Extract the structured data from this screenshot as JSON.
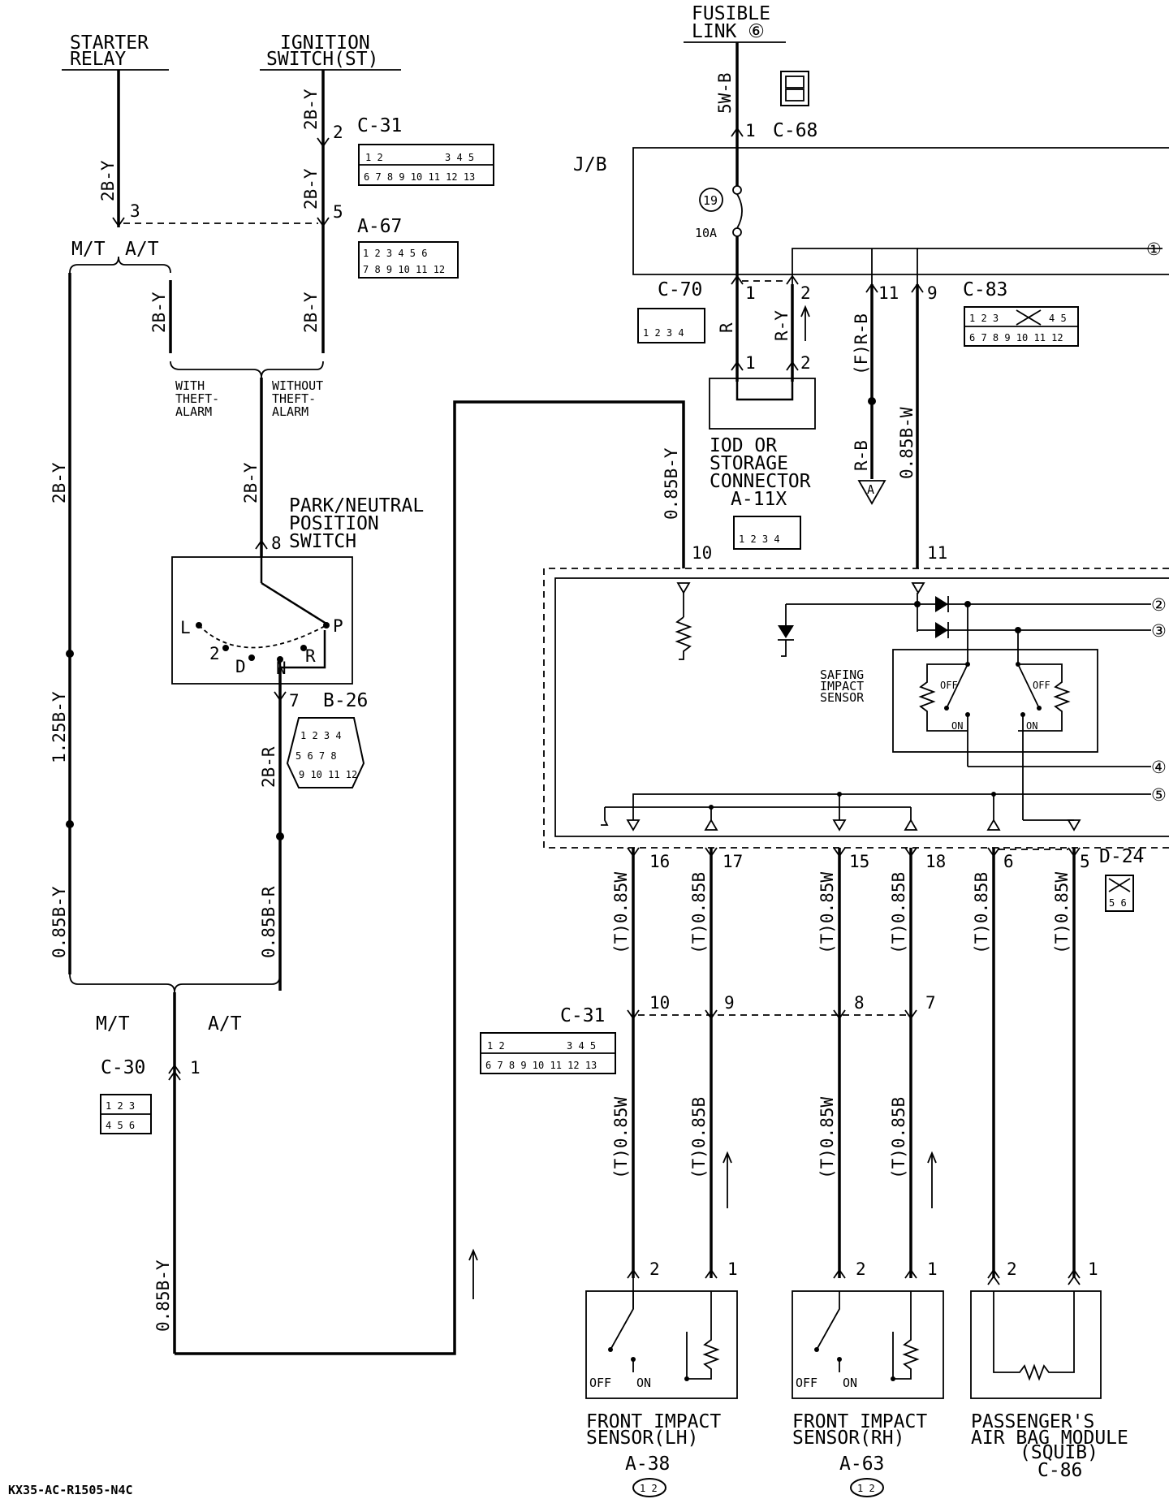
{
  "labels": {
    "starter_relay": [
      "STARTER",
      "RELAY"
    ],
    "ignition_switch": [
      "IGNITION",
      "SWITCH(ST)"
    ],
    "fusible_link": [
      "FUSIBLE",
      "LINK ⑥"
    ],
    "jb": "J/B",
    "fuse_num": "19",
    "fuse_amp": "10A",
    "mt": "M/T",
    "at": "A/T",
    "with_theft": [
      "WITH",
      "THEFT-",
      "ALARM"
    ],
    "without_theft": [
      "WITHOUT",
      "THEFT-",
      "ALARM"
    ],
    "park_neutral": [
      "PARK/NEUTRAL",
      "POSITION",
      "SWITCH"
    ],
    "iod": [
      "IOD OR",
      "STORAGE",
      "CONNECTOR",
      "A-11X"
    ],
    "safing": [
      "SAFING",
      "IMPACT",
      "SENSOR"
    ],
    "off": "OFF",
    "on": "ON",
    "front_lh": [
      "FRONT IMPACT",
      "SENSOR(LH)"
    ],
    "front_rh": [
      "FRONT IMPACT",
      "SENSOR(RH)"
    ],
    "passenger": [
      "PASSENGER'S",
      "AIR BAG MODULE",
      "(SQUIB)"
    ],
    "footer": "KX35-AC-R1505-N4C"
  },
  "gear_positions": [
    "L",
    "2",
    "D",
    "N",
    "R",
    "P"
  ],
  "connectors": {
    "c31": "C-31",
    "a67": "A-67",
    "c68": "C-68",
    "c70": "C-70",
    "c83": "C-83",
    "b26": "B-26",
    "d24": "D-24",
    "c30": "C-30",
    "a38": "A-38",
    "a63": "A-63",
    "c86": "C-86"
  },
  "wires": {
    "w_2by_a": "2B-Y",
    "w_2by_b": "2B-Y",
    "w_2by_c": "2B-Y",
    "w_2by_d": "2B-Y",
    "w_2by_e": "2B-Y",
    "w_2by_f": "2B-Y",
    "w_2by_g": "2B-Y",
    "w_125by": "1.25B-Y",
    "w_085by_l": "0.85B-Y",
    "w_2br": "2B-R",
    "w_085br": "0.85B-R",
    "w_085by_b": "0.85B-Y",
    "w_085by_c": "0.85B-Y",
    "w_5wb": "5W-B",
    "w_r": "R",
    "w_ry": "R-Y",
    "w_frb": "(F)R-B",
    "w_rb": "R-B",
    "w_085bw": "0.85B-W",
    "w_t085w": "(T)0.85W",
    "w_t085b": "(T)0.85B"
  },
  "pins": {
    "p1": "1",
    "p2": "2",
    "p3": "3",
    "p5": "5",
    "p6": "6",
    "p7": "7",
    "p8": "8",
    "p9": "9",
    "p10": "10",
    "p11": "11",
    "p15": "15",
    "p16": "16",
    "p17": "17",
    "p18": "18"
  },
  "circle_refs": [
    "①",
    "②",
    "③",
    "④",
    "⑤"
  ],
  "ground_ref": "A"
}
